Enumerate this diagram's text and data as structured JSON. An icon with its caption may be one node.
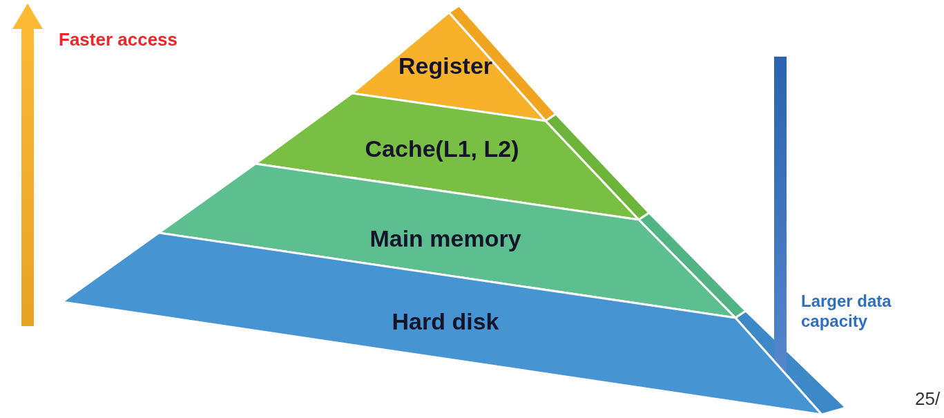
{
  "diagram": {
    "nodes": [
      {
        "text": [
          "Register"
        ]
      },
      {
        "text": [
          "Cache(L1, L2)"
        ]
      },
      {
        "text": [
          "Main memory"
        ]
      },
      {
        "text": [
          "Hard disk"
        ]
      }
    ],
    "labels": [
      "Faster access",
      "Larger data capacity",
      "25/"
    ]
  }
}
